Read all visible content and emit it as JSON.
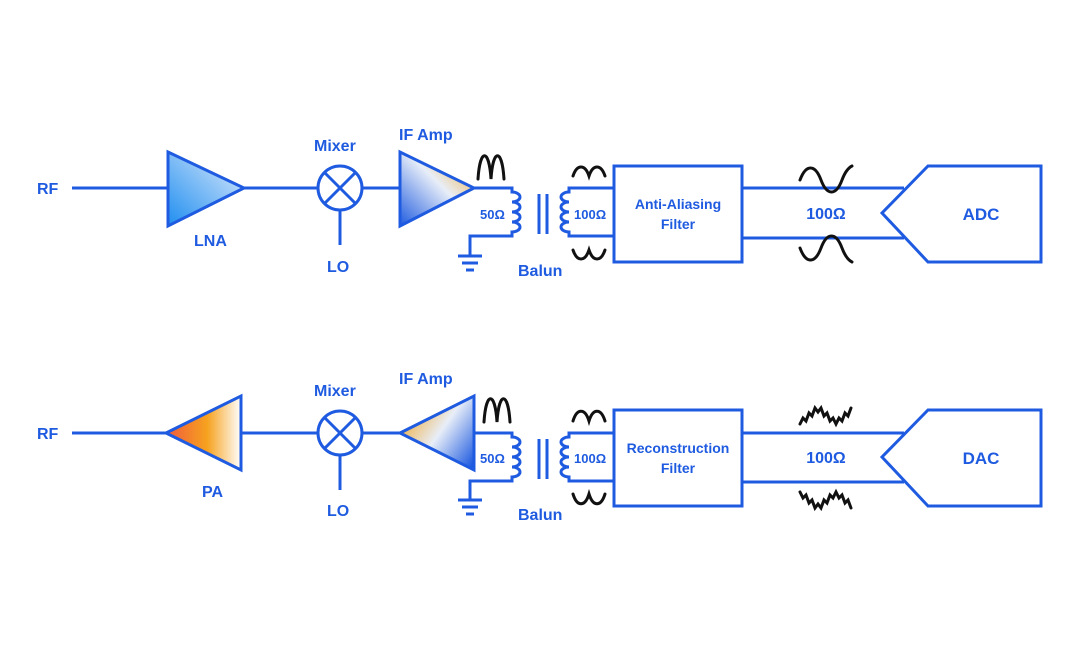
{
  "colors": {
    "line": "#1f5be0",
    "waveform": "#111111",
    "lna_gradient": [
      "#1f8ef0",
      "#dce9fb"
    ],
    "pa_gradient": [
      "#f05a3c",
      "#f6a21f",
      "#ffffff"
    ],
    "if_amp_gradient": [
      "#f0a21e",
      "#1f5be0"
    ]
  },
  "receive_chain": {
    "input_label": "RF",
    "amp_label": "LNA",
    "mixer_label": "Mixer",
    "lo_label": "LO",
    "if_amp_label": "IF Amp",
    "primary_impedance": "50Ω",
    "secondary_impedance": "100Ω",
    "balun_label": "Balun",
    "filter_line1": "Anti-Aliasing",
    "filter_line2": "Filter",
    "diff_impedance": "100Ω",
    "converter_label": "ADC"
  },
  "transmit_chain": {
    "input_label": "RF",
    "amp_label": "PA",
    "mixer_label": "Mixer",
    "lo_label": "LO",
    "if_amp_label": "IF Amp",
    "primary_impedance": "50Ω",
    "secondary_impedance": "100Ω",
    "balun_label": "Balun",
    "filter_line1": "Reconstruction",
    "filter_line2": "Filter",
    "diff_impedance": "100Ω",
    "converter_label": "DAC"
  }
}
